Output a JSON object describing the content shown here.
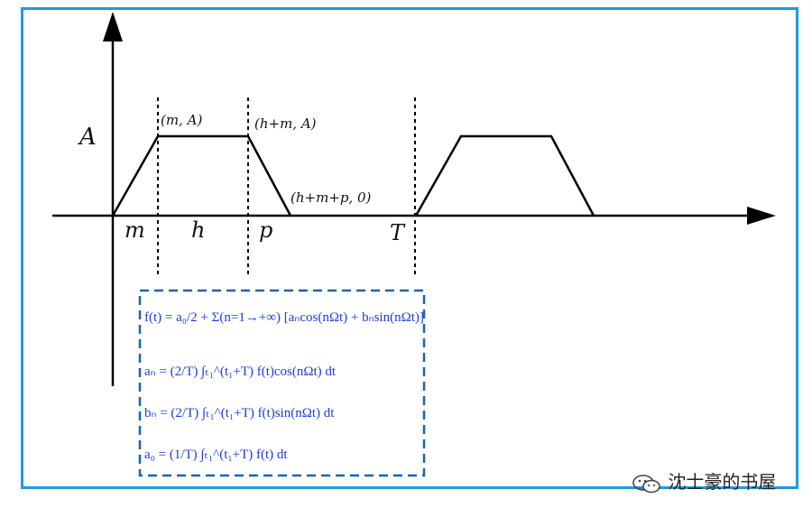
{
  "diagram": {
    "labels": {
      "amplitude": "A",
      "point_m_A": "(m, A)",
      "point_hm_A": "(h+m, A)",
      "point_hmp_0": "(h+m+p, 0)",
      "seg_m": "m",
      "seg_h": "h",
      "seg_p": "p",
      "period": "T"
    }
  },
  "formulas": {
    "f": "f(t) = a₀/2 + Σ(n=1→+∞) [aₙcos(nΩt) + bₙsin(nΩt)]",
    "an": "aₙ = (2/T) ∫ₜ₁^(t₁+T) f(t)cos(nΩt) dt",
    "bn": "bₙ = (2/T) ∫ₜ₁^(t₁+T) f(t)sin(nΩt) dt",
    "a0": "a₀ = (1/T) ∫ₜ₁^(t₁+T) f(t) dt"
  },
  "watermark": {
    "text": "沈士豪的书屋",
    "icon": "wechat-icon"
  },
  "colors": {
    "frame_border": "#1E9BE0",
    "formula_box_border": "#1a64b0",
    "formula_text": "#1f3cd6",
    "lines": "#000000"
  }
}
